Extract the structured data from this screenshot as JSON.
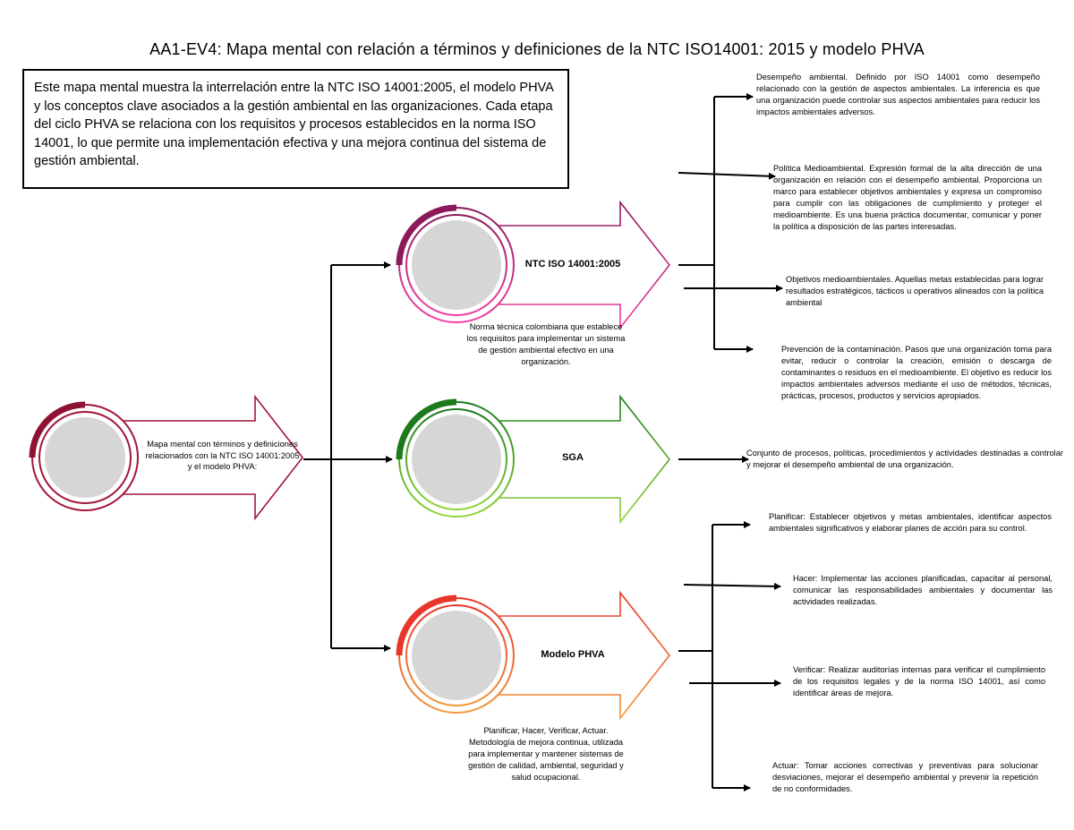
{
  "title": "AA1-EV4: Mapa mental con relación a términos y definiciones de la NTC ISO14001: 2015 y modelo PHVA",
  "intro": "Este mapa mental muestra la interrelación entre la NTC ISO 14001:2005, el modelo PHVA y los conceptos clave asociados a la gestión ambiental en las organizaciones. Cada etapa del ciclo PHVA se relaciona con los requisitos y procesos establecidos en la norma ISO 14001, lo que permite una implementación efectiva y una mejora continua del sistema de gestión ambiental.",
  "root": {
    "text": "Mapa mental con términos y definiciones relacionados con la NTC ISO 14001:2005 y el modelo PHVA:",
    "color": "#a3153a"
  },
  "branches": [
    {
      "label": "NTC ISO 14001:2005",
      "caption": "Norma técnica colombiana que establece los requisitos para implementar un sistema de gestión ambiental efectivo en una organización.",
      "colors": [
        "#8c1a5a",
        "#f23fa3"
      ],
      "definitions": [
        "Desempeño ambiental. Definido por ISO 14001 como desempeño relacionado con la gestión de aspectos ambientales. La inferencia es que una organización puede controlar sus aspectos ambientales para reducir los impactos ambientales adversos.",
        "Política Medioambiental. Expresión formal de la alta dirección de una organización en relación con el desempeño ambiental. Proporciona un marco para establecer objetivos ambientales y expresa un compromiso para cumplir con las obligaciones de cumplimiento y proteger el medioambiente. Es una buena práctica documentar, comunicar y poner la política a disposición de las partes interesadas.",
        "Objetivos medioambientales. Aquellas metas establecidas para lograr resultados estratégicos, tácticos u operativos alineados con la política ambiental",
        "Prevención de la contaminación. Pasos que una organización toma para evitar, reducir o controlar la creación, emisión o descarga de contaminantes o residuos en el medioambiente. El objetivo es reducir los impactos ambientales adversos mediante el uso de métodos, técnicas, prácticas, procesos, productos y servicios apropiados."
      ]
    },
    {
      "label": "SGA",
      "caption": "",
      "colors": [
        "#1c7a1c",
        "#8fd63a"
      ],
      "definitions": [
        "Conjunto de procesos, políticas, procedimientos y actividades destinadas a controlar y mejorar el desempeño ambiental de una organización."
      ]
    },
    {
      "label": "Modelo PHVA",
      "caption": "Planificar, Hacer, Verificar, Actuar. Metodología de mejora continua, utilizada para implementar y mantener sistemas de gestión de calidad, ambiental, seguridad y salud ocupacional.",
      "colors": [
        "#e8362a",
        "#f2973a"
      ],
      "definitions": [
        "Planificar: Establecer objetivos y metas ambientales, identificar aspectos ambientales significativos y elaborar planes de acción para su control.",
        "Hacer: Implementar las acciones planificadas, capacitar al personal, comunicar las responsabilidades ambientales y documentar las actividades realizadas.",
        "Verificar: Realizar auditorías internas para verificar el cumplimiento de los requisitos legales y de la norma ISO 14001, así como identificar áreas de mejora.",
        "Actuar: Tomar acciones correctivas y preventivas para solucionar desviaciones, mejorar el desempeño ambiental y prevenir la repetición de no conformidades."
      ]
    }
  ]
}
